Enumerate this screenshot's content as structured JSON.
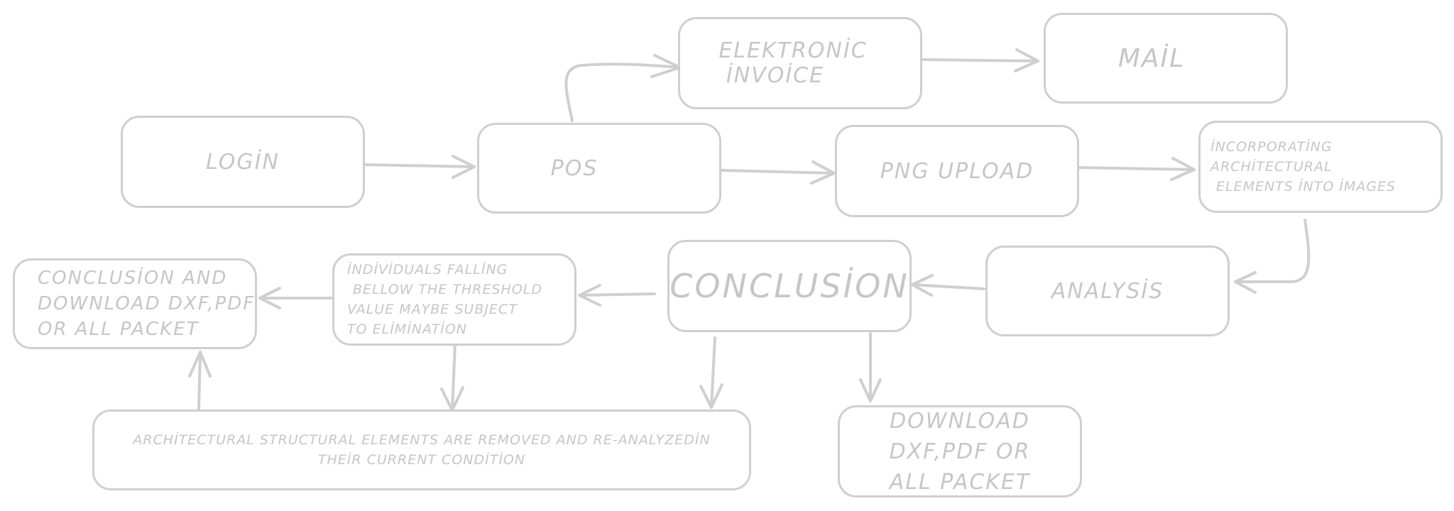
{
  "nodes": {
    "login": {
      "label": "LOGİN"
    },
    "pos": {
      "label": "POS"
    },
    "e_invoice": {
      "lines": [
        "ELEKTRONİC",
        "İNVOİCE"
      ]
    },
    "mail": {
      "label": "MAİL"
    },
    "png_upload": {
      "label": "PNG UPLOAD"
    },
    "incorporating": {
      "lines": [
        "İNCORPORATİNG",
        "ARCHİTECTURAL",
        "ELEMENTS İNTO İMAGES"
      ]
    },
    "analysis": {
      "label": "ANALYSİS"
    },
    "conclusion": {
      "label": "CONCLUSİON"
    },
    "individuals": {
      "lines": [
        "İNDİVİDUALS FALLİNG",
        "BELLOW THE THRESHOLD",
        "VALUE MAYBE SUBJECT",
        "TO ELİMİNATİON"
      ]
    },
    "conclusion_download": {
      "lines": [
        "CONCLUSİON AND",
        "DOWNLOAD DXF,PDF",
        "OR ALL PACKET"
      ]
    },
    "architectural_removed": {
      "lines": [
        "ARCHİTECTURAL STRUCTURAL ELEMENTS ARE REMOVED AND RE-ANALYZEDİN",
        "THEİR CURRENT CONDİTİON"
      ]
    },
    "download": {
      "lines": [
        "DOWNLOAD",
        "DXF,PDF OR",
        "ALL PACKET"
      ]
    }
  },
  "colors": {
    "stroke": "#cfcfcf",
    "text": "#c6c6c6",
    "background": "#ffffff"
  }
}
